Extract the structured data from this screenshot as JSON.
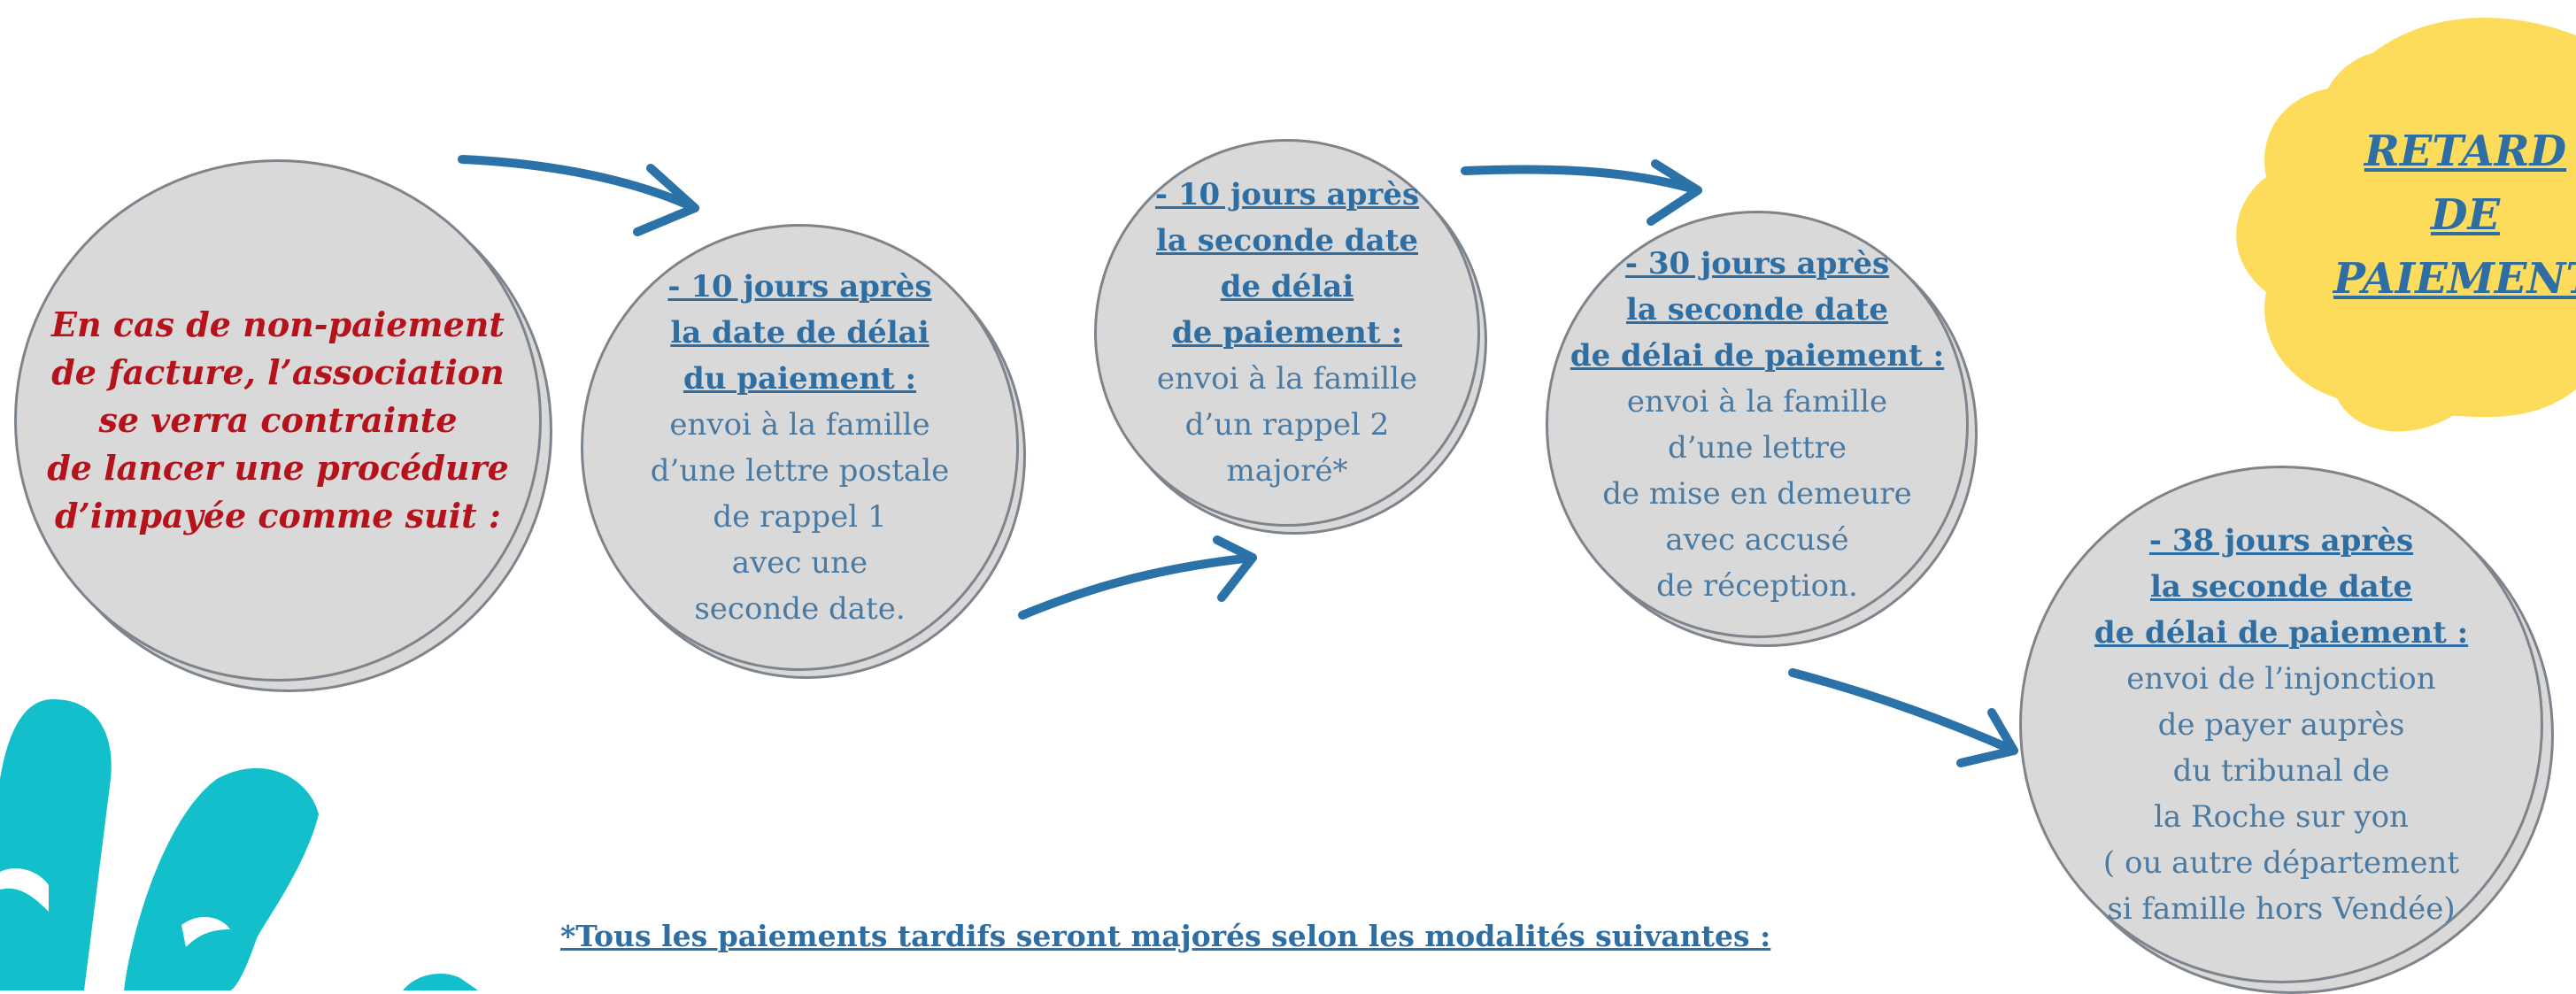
{
  "intro": {
    "lines": [
      "En cas de non-paiement",
      "de facture, l’association",
      "se verra contrainte",
      "de lancer une procédure",
      "d’impayée comme suit :"
    ]
  },
  "steps": [
    {
      "heading": [
        "- 10 jours après",
        "la date de délai",
        "du paiement :"
      ],
      "body": [
        "envoi à la famille",
        "d’une lettre postale",
        "de rappel 1",
        "avec une",
        "seconde date."
      ]
    },
    {
      "heading": [
        "- 10 jours après",
        "la seconde date",
        "de délai",
        "de paiement :"
      ],
      "body": [
        "envoi à la famille",
        "d’un rappel 2",
        "majoré*"
      ]
    },
    {
      "heading": [
        "- 30 jours après",
        "la seconde date",
        "de délai de paiement :"
      ],
      "body": [
        "envoi à la famille",
        "d’une lettre",
        "de mise en demeure",
        "avec accusé",
        "de réception."
      ]
    },
    {
      "heading": [
        "- 38 jours après",
        "la seconde date",
        "de délai de paiement :"
      ],
      "body": [
        "envoi de l’injonction",
        "de payer auprès",
        "du tribunal de",
        "la Roche sur yon",
        "( ou autre département",
        "si famille hors Vendée)"
      ]
    }
  ],
  "badge": {
    "lines": [
      "RETARD",
      "DE",
      "PAIEMENT"
    ]
  },
  "footnote": "*Tous les paiements tardifs seront majorés selon les modalités suivantes :",
  "colors": {
    "circle_fill": "#d9d9d9",
    "circle_border": "#7d848c",
    "text_blue": "#2e6ea3",
    "intro_red": "#b5121b",
    "arrow_blue": "#2a72a8",
    "badge_yellow": "#fddc5c",
    "hand_teal": "#12bfcb"
  }
}
